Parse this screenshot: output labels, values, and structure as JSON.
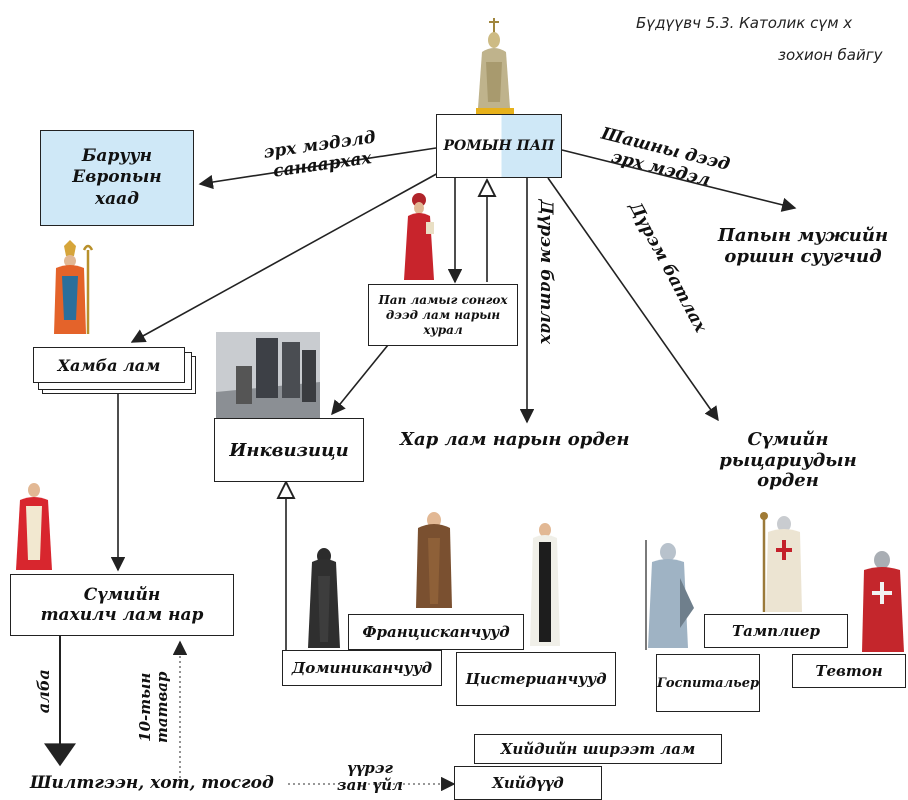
{
  "caption": {
    "line1": "Бүдүүвч 5.3. Католик сүм х",
    "line2": "зохион байгу"
  },
  "boxes": {
    "pope": "РОМЫН ПАП",
    "western_kings": [
      "Баруун",
      "Европын",
      "хаад"
    ],
    "council": "Пап ламыг сонгох дээд лам нарын хурал",
    "bishops": "Хамба лам",
    "inquisition": "Инквизици",
    "priests": [
      "Сүмийн",
      "тахилч лам нар"
    ],
    "dominicans": "Доминиканчууд",
    "franciscans": "Францисканчууд",
    "cistercians": "Цистерианчууд",
    "hospitallers": "Госпитальер",
    "templars": "Тамплиер",
    "teutons": "Тевтон",
    "abbot": "Хийдийн ширээт лам",
    "monasteries": "Хийдүүд"
  },
  "labels": {
    "power_arrow": [
      "эрх мэдэлд",
      "санаархах"
    ],
    "religious_power": [
      "Шашны дээд",
      "эрх мэдэл"
    ],
    "papal_vassals": [
      "Папын мужийн",
      "оршин суугчид"
    ],
    "support_1": "Дүрэм батлах",
    "support_2": "Дүрэм батлах",
    "black_monks": "Хар лам нарын орден",
    "church_knights": [
      "Сүмийн",
      "рыцариудын орден"
    ],
    "alba": "алба",
    "tithe": [
      "10-тын",
      "татвар"
    ],
    "duty": [
      "үүрэг",
      "зан үйл"
    ],
    "towns": "Шилтгээн, хот, тосгод"
  },
  "colors": {
    "highlight": "#cfe8f7",
    "line": "#222222"
  }
}
